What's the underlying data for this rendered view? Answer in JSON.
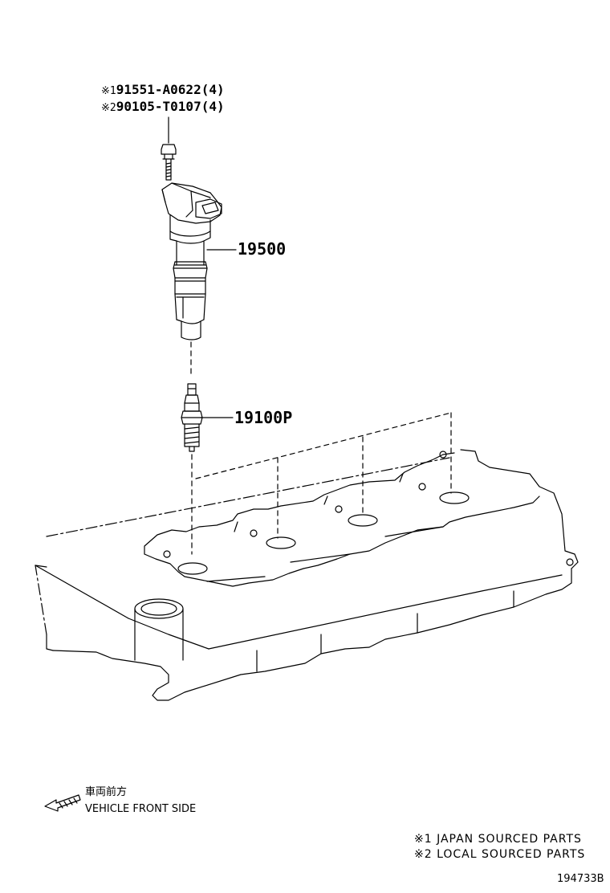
{
  "bolt_callout": {
    "line1_mark": "※1",
    "line1_part": "91551-A0622(4)",
    "line2_mark": "※2",
    "line2_part": "90105-T0107(4)"
  },
  "ignition_coil_callout": "19500",
  "spark_plug_callout": "19100P",
  "direction_legend": {
    "japanese": "車両前方",
    "english": "VEHICLE FRONT SIDE"
  },
  "notes": [
    "※1 JAPAN SOURCED PARTS",
    "※2 LOCAL SOURCED PARTS"
  ],
  "figure_number": "194733B"
}
